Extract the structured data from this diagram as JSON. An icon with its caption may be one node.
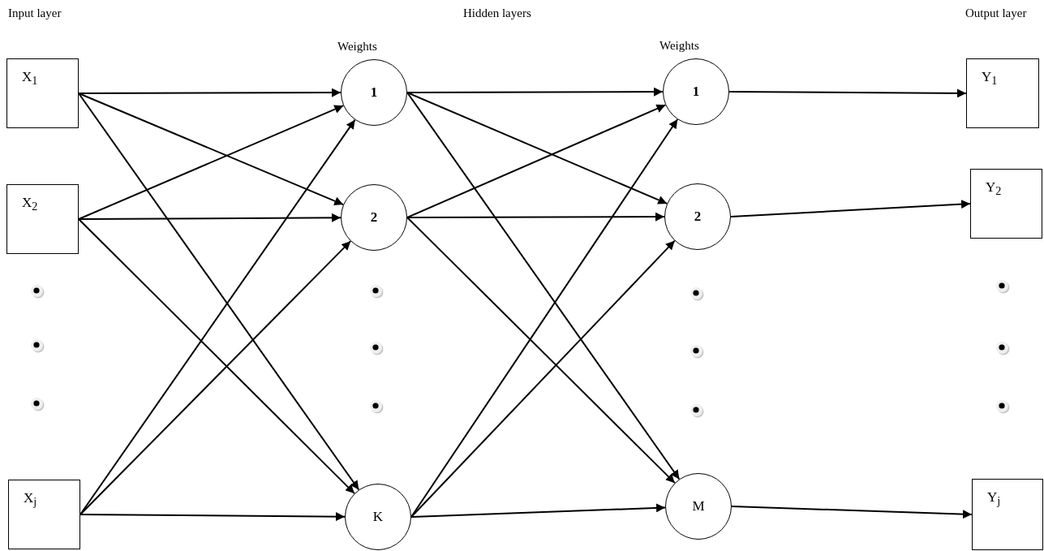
{
  "diagram": {
    "nodes": [
      {
        "text": [
          "X$_{1}$"
        ]
      },
      {
        "text": [
          "X$_{2}$"
        ]
      },
      {
        "text": [
          "X$_{j}$"
        ]
      },
      {
        "text": [
          "1"
        ],
        "beside": [
          "Weights"
        ]
      },
      {
        "text": [
          "2"
        ]
      },
      {
        "text": [
          "K"
        ]
      },
      {
        "text": [
          "1"
        ],
        "beside": [
          "Weights"
        ]
      },
      {
        "text": [
          "2"
        ]
      },
      {
        "text": [
          "M"
        ]
      },
      {
        "text": [
          "Y$_{1}$"
        ]
      },
      {
        "text": [
          "Y$_{2}$"
        ]
      },
      {
        "text": [
          "Y$_{j}$"
        ]
      }
    ],
    "edges": [
      {
        "from": 0,
        "to": 3,
        "arrow": "to"
      },
      {
        "from": 0,
        "to": 4,
        "arrow": "to"
      },
      {
        "from": 0,
        "to": 5,
        "arrow": "to"
      },
      {
        "from": 1,
        "to": 3,
        "arrow": "to"
      },
      {
        "from": 1,
        "to": 4,
        "arrow": "to"
      },
      {
        "from": 1,
        "to": 5,
        "arrow": "to"
      },
      {
        "from": 2,
        "to": 3,
        "arrow": "to"
      },
      {
        "from": 2,
        "to": 4,
        "arrow": "to"
      },
      {
        "from": 2,
        "to": 5,
        "arrow": "to"
      },
      {
        "from": 3,
        "to": 6,
        "arrow": "to"
      },
      {
        "from": 3,
        "to": 7,
        "arrow": "to"
      },
      {
        "from": 3,
        "to": 8,
        "arrow": "to"
      },
      {
        "from": 4,
        "to": 6,
        "arrow": "to"
      },
      {
        "from": 4,
        "to": 7,
        "arrow": "to"
      },
      {
        "from": 4,
        "to": 8,
        "arrow": "to"
      },
      {
        "from": 5,
        "to": 6,
        "arrow": "to"
      },
      {
        "from": 5,
        "to": 7,
        "arrow": "to"
      },
      {
        "from": 5,
        "to": 8,
        "arrow": "to"
      },
      {
        "from": 6,
        "to": 9,
        "arrow": "to"
      },
      {
        "from": 7,
        "to": 10,
        "arrow": "to"
      },
      {
        "from": 8,
        "to": 11,
        "arrow": "to"
      }
    ],
    "labels": [
      "Input layer",
      "Hidden layers",
      "Output layer"
    ]
  }
}
